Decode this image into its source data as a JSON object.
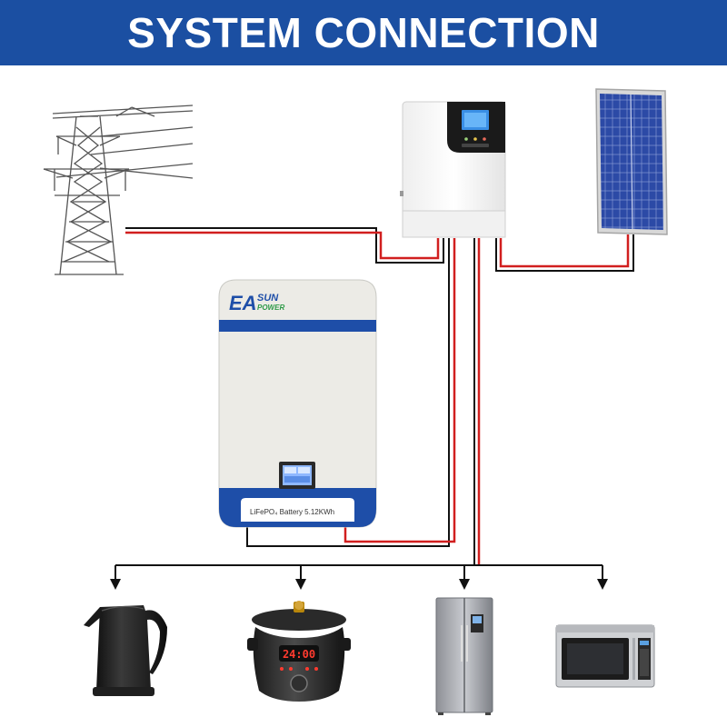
{
  "header": {
    "title": "SYSTEM CONNECTION"
  },
  "battery": {
    "brand_main": "EA",
    "brand_top": "SUN",
    "brand_sub": "POWER",
    "label": "LiFePO₄ Battery 5.12KWh"
  },
  "cooker": {
    "display_value": "24:00"
  },
  "colors": {
    "banner": "#1b4fa2",
    "stripe": "#1e4ea8",
    "wire_red": "#d11f1f",
    "wire_black": "#111111"
  },
  "icons": {
    "grid": "power-tower-icon",
    "inverter": "inverter-icon",
    "solar": "solar-panel-icon",
    "battery": "battery-icon",
    "loads": [
      "kettle-icon",
      "rice-cooker-icon",
      "refrigerator-icon",
      "microwave-icon"
    ]
  }
}
